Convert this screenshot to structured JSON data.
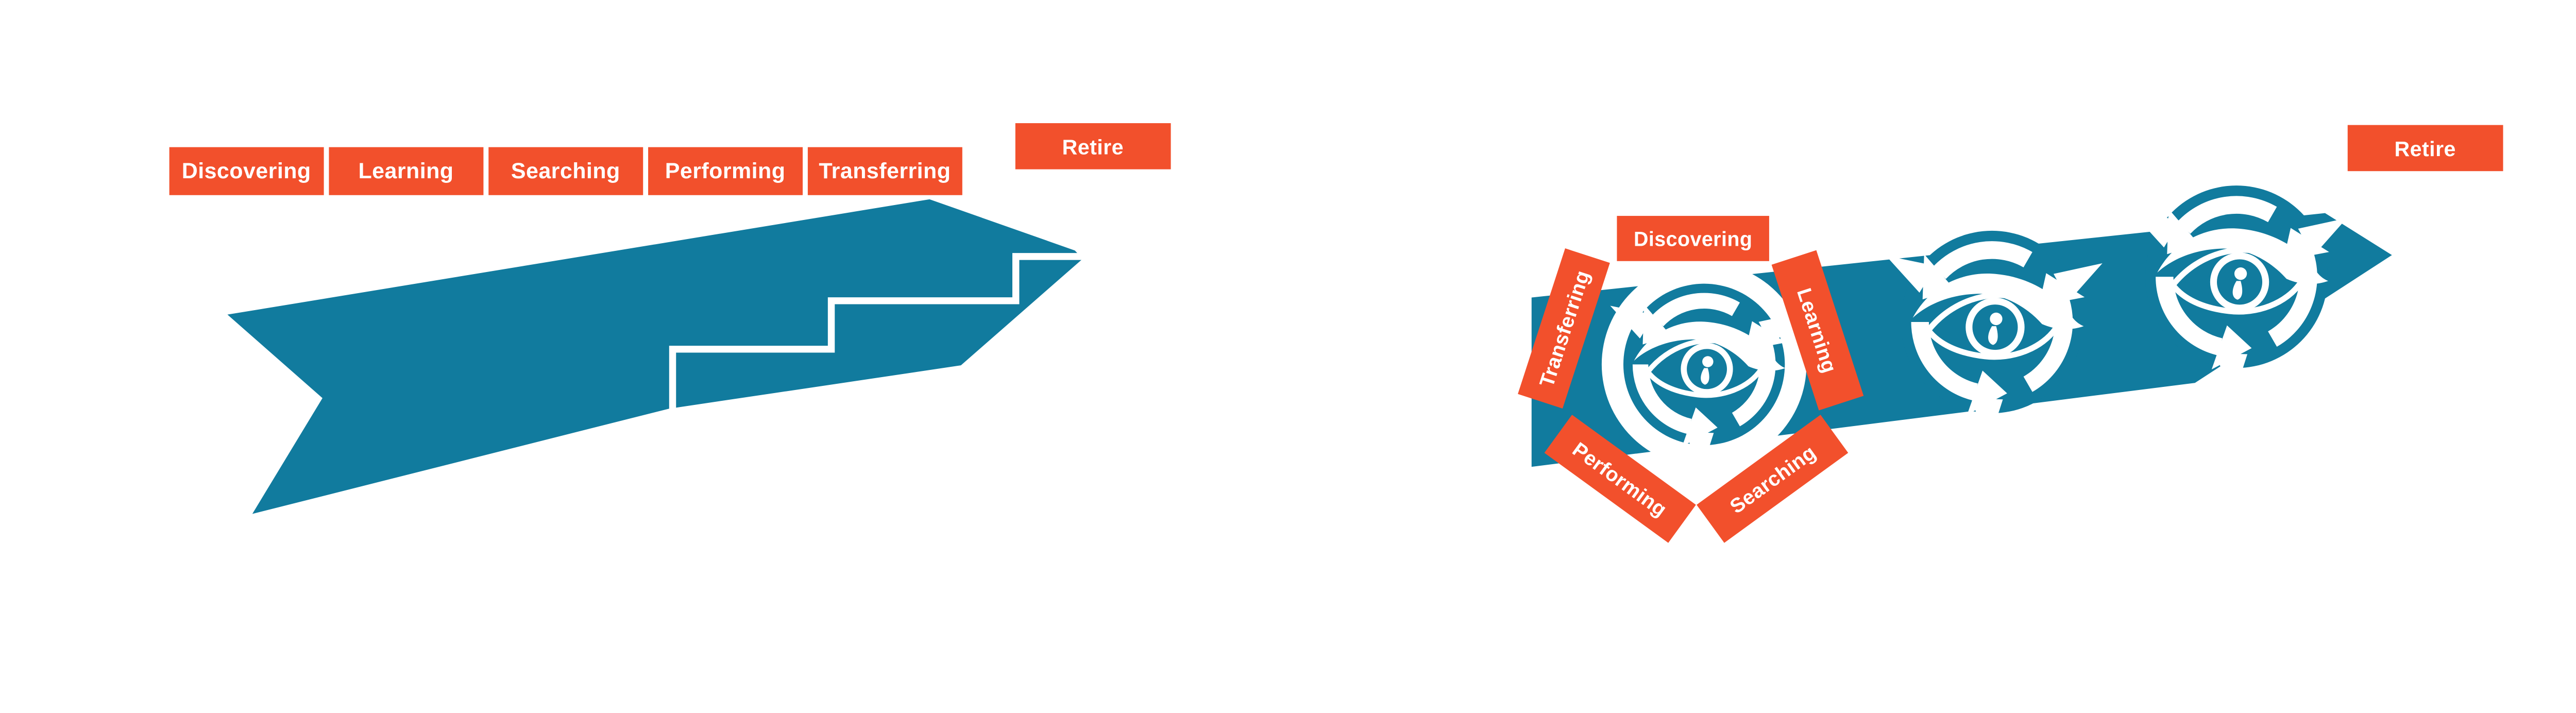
{
  "colors": {
    "arrow_blue": "#117B9E",
    "label_orange": "#F2502C",
    "text_white": "#FFFFFF"
  },
  "left_diagram": {
    "stages": [
      "Discovering",
      "Learning",
      "Searching",
      "Performing",
      "Transferring"
    ],
    "retire_label": "Retire"
  },
  "right_diagram": {
    "stages": [
      "Discovering",
      "Learning",
      "Searching",
      "Performing",
      "Transferring"
    ],
    "retire_label": "Retire"
  }
}
